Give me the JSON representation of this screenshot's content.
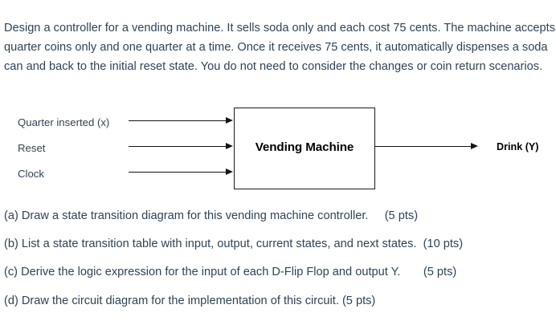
{
  "problem": {
    "statement": "Design a controller for a vending machine. It sells soda only and each cost 75 cents. The machine accepts quarter coins only and one quarter at a time. Once it receives 75 cents, it automatically dispenses a soda can and back to the initial reset state. You do not need to consider the changes or coin return scenarios."
  },
  "diagram": {
    "box_label": "Vending Machine",
    "inputs": [
      {
        "label": "Quarter inserted (x)"
      },
      {
        "label": "Reset"
      },
      {
        "label": "Clock"
      }
    ],
    "output": {
      "label": "Drink (Y)"
    }
  },
  "questions": [
    {
      "key": "a",
      "text": "(a) Draw a state transition diagram for this vending machine controller.     (5 pts)"
    },
    {
      "key": "b",
      "text": "(b) List a state transition table with input, output, current states, and next states.  (10 pts)"
    },
    {
      "key": "c",
      "text": "(c) Derive the logic expression for the input of each D-Flip Flop and output Y.       (5 pts)"
    },
    {
      "key": "d",
      "text": "(d) Draw the circuit diagram for the implementation of this circuit. (5 pts)"
    }
  ],
  "colors": {
    "body_text": "#2f4356",
    "diagram_stroke": "#141414",
    "page_background": "#ffffff"
  }
}
